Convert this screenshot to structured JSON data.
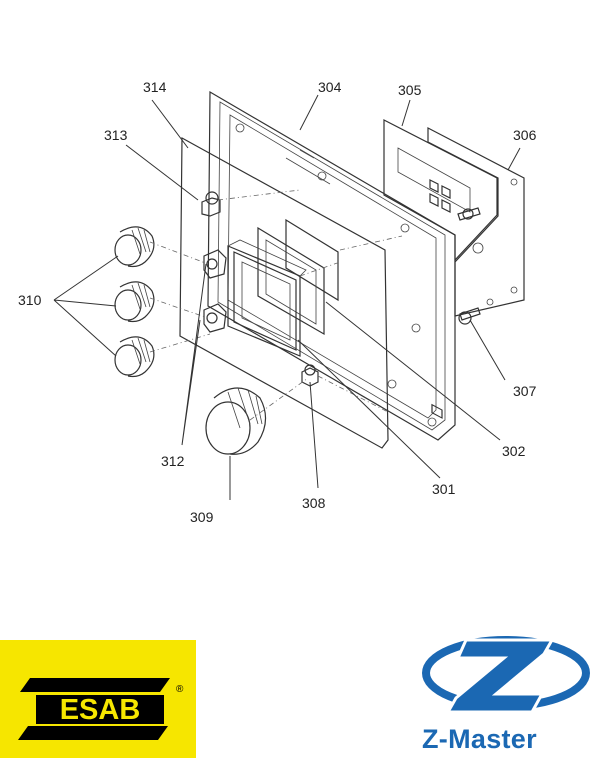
{
  "callouts": {
    "c301": "301",
    "c302": "302",
    "c304": "304",
    "c305": "305",
    "c306": "306",
    "c307": "307",
    "c308": "308",
    "c309": "309",
    "c310": "310",
    "c312": "312",
    "c313": "313",
    "c314": "314"
  },
  "logos": {
    "esab": {
      "text": "ESAB",
      "mark": "®",
      "background": "#f6e600",
      "ink": "#000000"
    },
    "zmaster": {
      "text": "Z-Master",
      "color": "#1b68b3"
    }
  }
}
